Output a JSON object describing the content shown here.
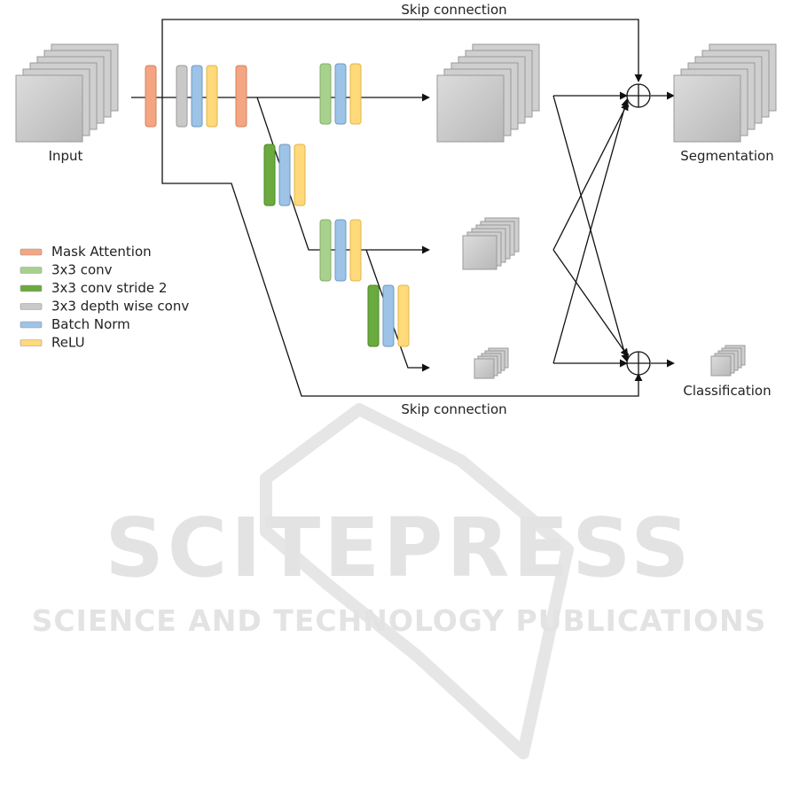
{
  "labels": {
    "skip_top": "Skip connection",
    "skip_bottom": "Skip connection",
    "input": "Input",
    "segmentation": "Segmentation",
    "classification": "Classification"
  },
  "legend": [
    {
      "label": "Mask Attention",
      "color": "#f4a582"
    },
    {
      "label": "3x3 conv",
      "color": "#a9d18e"
    },
    {
      "label": "3x3 conv stride 2",
      "color": "#6aaa3e"
    },
    {
      "label": "3x3 depth wise conv",
      "color": "#c9c9c9"
    },
    {
      "label": "Batch Norm",
      "color": "#9dc3e6"
    },
    {
      "label": "ReLU",
      "color": "#ffd97a"
    }
  ],
  "watermark": {
    "brand": "SCITEPRESS",
    "tagline": "SCIENCE AND TECHNOLOGY PUBLICATIONS"
  },
  "colors": {
    "mask_attention": "#f4a582",
    "conv": "#a9d18e",
    "conv_stride2": "#6aaa3e",
    "depthwise": "#c9c9c9",
    "batchnorm": "#9dc3e6",
    "relu": "#ffd97a",
    "feature_map": "#cfcfcf",
    "line": "#111111",
    "watermark": "#e3e3e3"
  }
}
